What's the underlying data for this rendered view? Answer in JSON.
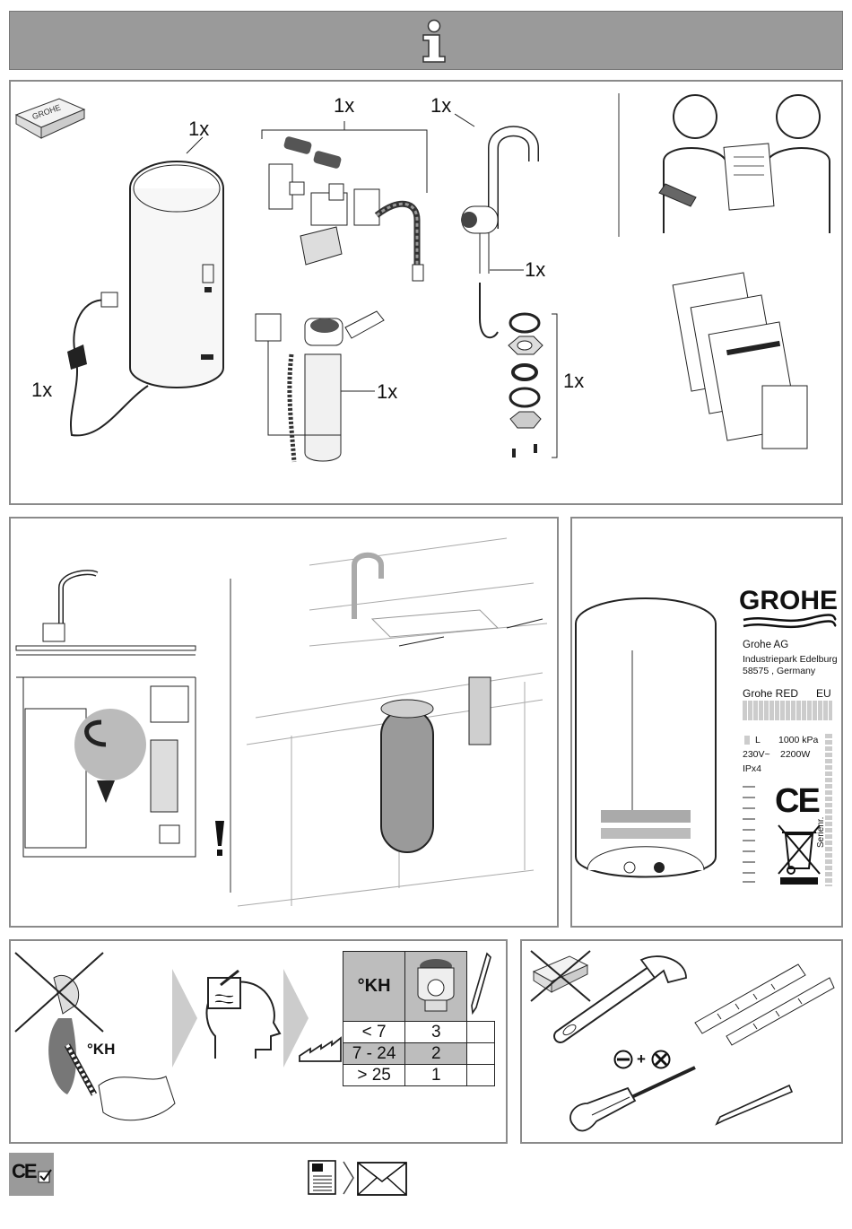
{
  "header": {
    "icon": "info-icon",
    "bg_color": "#9a9a9a"
  },
  "scope_of_delivery": {
    "quantity_labels": {
      "boiler": "1x",
      "fittings_kit": "1x",
      "faucet": "1x",
      "power_cable": "1x",
      "hose": "1x",
      "filter": "1x",
      "mounting_parts": "1x"
    }
  },
  "nameplate": {
    "brand": "GROHE",
    "company": "Grohe AG",
    "street": "Industriepark Edelburg",
    "city": "58575 , Germany",
    "model": "Grohe RED",
    "region": "EU",
    "volume_unit": "L",
    "pressure": "1000 kPa",
    "voltage": "230V~",
    "power": "2200W",
    "ip_rating": "IPx4",
    "serial_label": "Serienr."
  },
  "water_hardness": {
    "kh_label": "°KH",
    "dip_label": "°KH",
    "rows": [
      {
        "range": "< 7",
        "setting": "3"
      },
      {
        "range": "7 - 24",
        "setting": "2"
      },
      {
        "range": "> 25",
        "setting": "1"
      }
    ],
    "highlight_color": "#bdbdbd"
  },
  "screwdriver_note": {
    "plus": "+"
  },
  "footer": {
    "ce_mark": "CE",
    "ce_small": "CE"
  }
}
